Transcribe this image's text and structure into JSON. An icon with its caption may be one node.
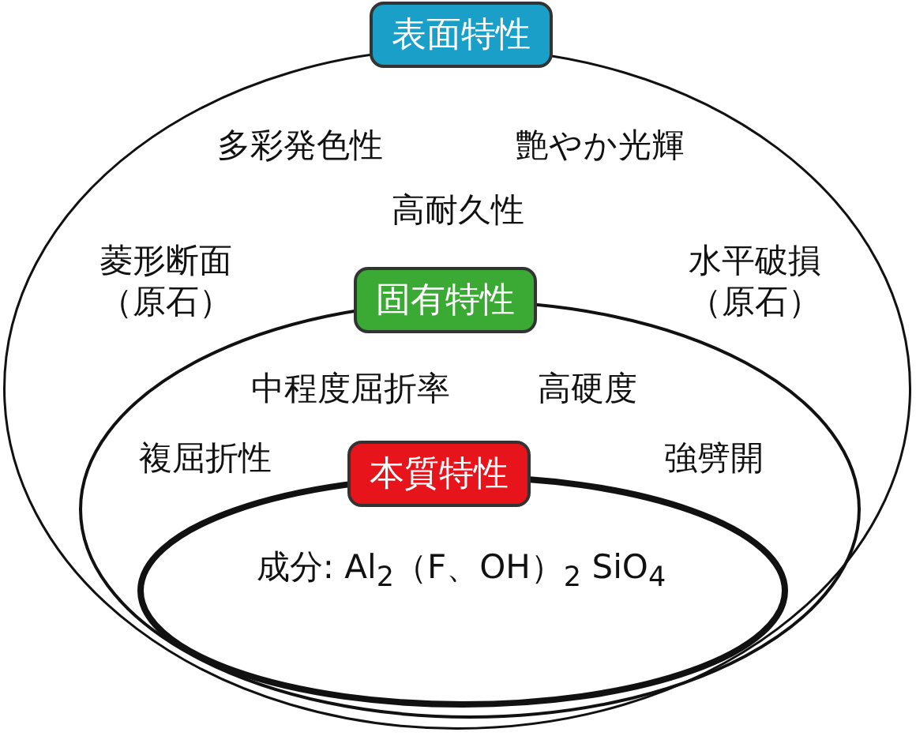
{
  "diagram": {
    "nodes": [
      {
        "text": [
          "表面特性",
          "多彩発色性",
          "艶やか光輝",
          "高耐久性",
          "菱形断面（原石）",
          "水平破損（原石）"
        ]
      },
      {
        "text": [
          "固有特性",
          "中程度屈折率",
          "高硬度",
          "複屈折性",
          "強劈開"
        ],
        "in": 0
      },
      {
        "text": [
          "本質特性",
          "成分: Al$_{2}$（F、OH）$_{2}$ SiO$_{4}$"
        ],
        "in": 1
      }
    ],
    "edges": []
  }
}
